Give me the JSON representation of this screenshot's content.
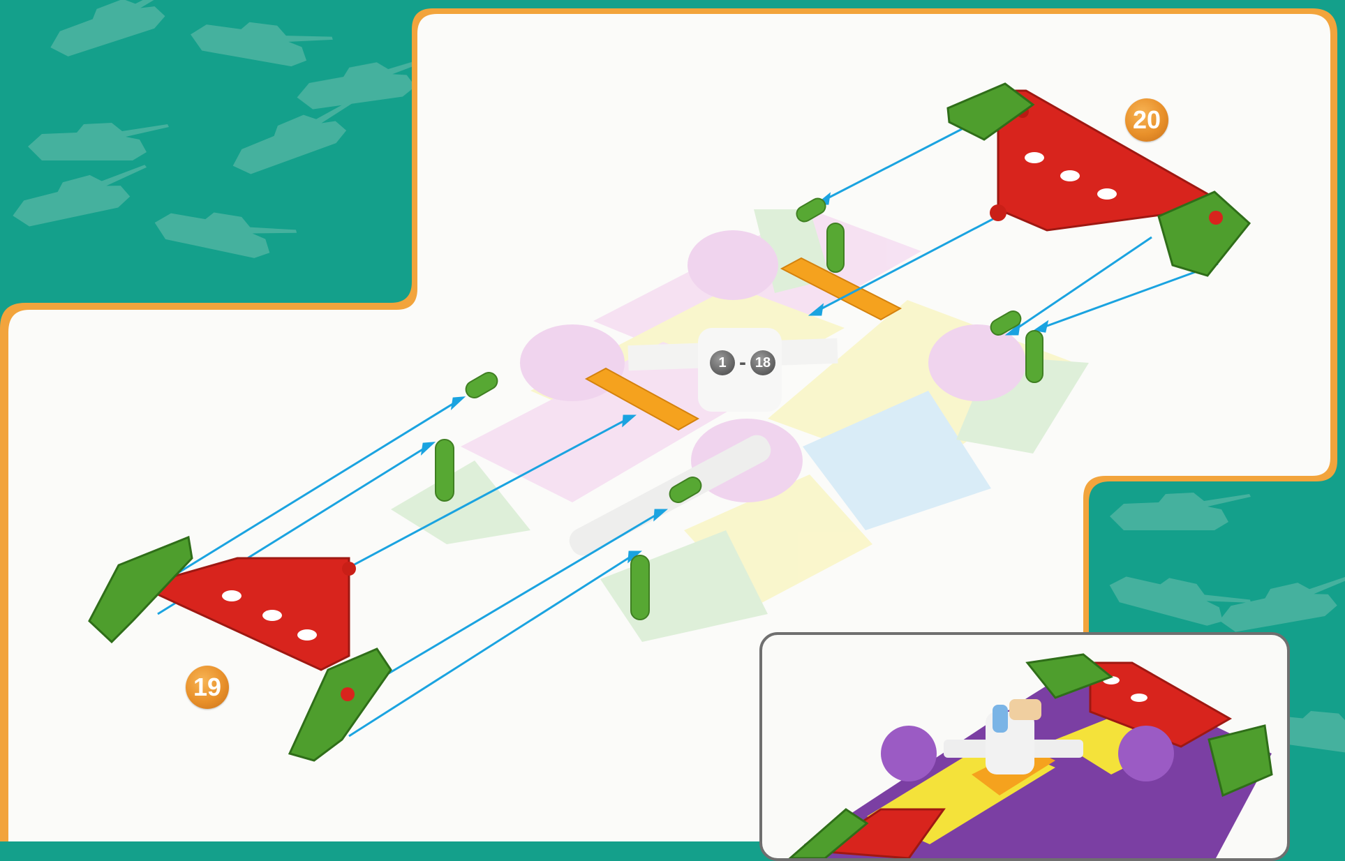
{
  "page": {
    "colors": {
      "background": "#14a08b",
      "pattern": "#5cc0ae",
      "panel": "#fbfbf9",
      "border_orange": "#f2a43c",
      "red_part": "#d8241d",
      "green_part": "#4e9e2d",
      "orange_part": "#f5a21e",
      "arrow": "#1aa3e0",
      "step_badge": "#e8902a"
    }
  },
  "steps": {
    "step_20": "20",
    "step_19": "19",
    "range_start": "1",
    "range_dash": "-",
    "range_end": "18"
  },
  "icons": {
    "background": "tank-silhouette-pattern",
    "red_plate": "red-triangle-plate-icon",
    "green_clip": "green-clip-connector-icon",
    "orange_rod": "orange-rod-icon",
    "arrows": "assembly-arrow-icon",
    "inset": "completed-model-preview"
  }
}
